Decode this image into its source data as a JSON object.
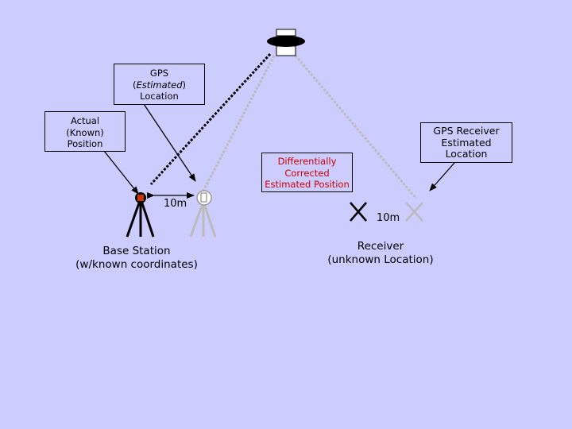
{
  "labels": {
    "gps_estimated": {
      "line1": "GPS",
      "line2": "Estimated",
      "line3": "Location"
    },
    "actual_known": {
      "line1": "Actual",
      "line2": "(Known)",
      "line3": "Position"
    },
    "gps_receiver_estimated": {
      "line1": "GPS Receiver",
      "line2": "Estimated",
      "line3": "Location"
    },
    "differentially_corrected": {
      "line1": "Differentially",
      "line2": "Corrected",
      "line3": "Estimated Position"
    },
    "base_station": {
      "line1": "Base Station",
      "line2": "(w/known coordinates)"
    },
    "receiver": {
      "line1": "Receiver",
      "line2": "(unknown Location)"
    },
    "base_distance": "10m",
    "receiver_distance": "10m"
  },
  "colors": {
    "background": "#ccccff",
    "base_station": "#cc3300",
    "estimated_gray": "#bbbbbb",
    "corrected_text": "#cc0000"
  }
}
